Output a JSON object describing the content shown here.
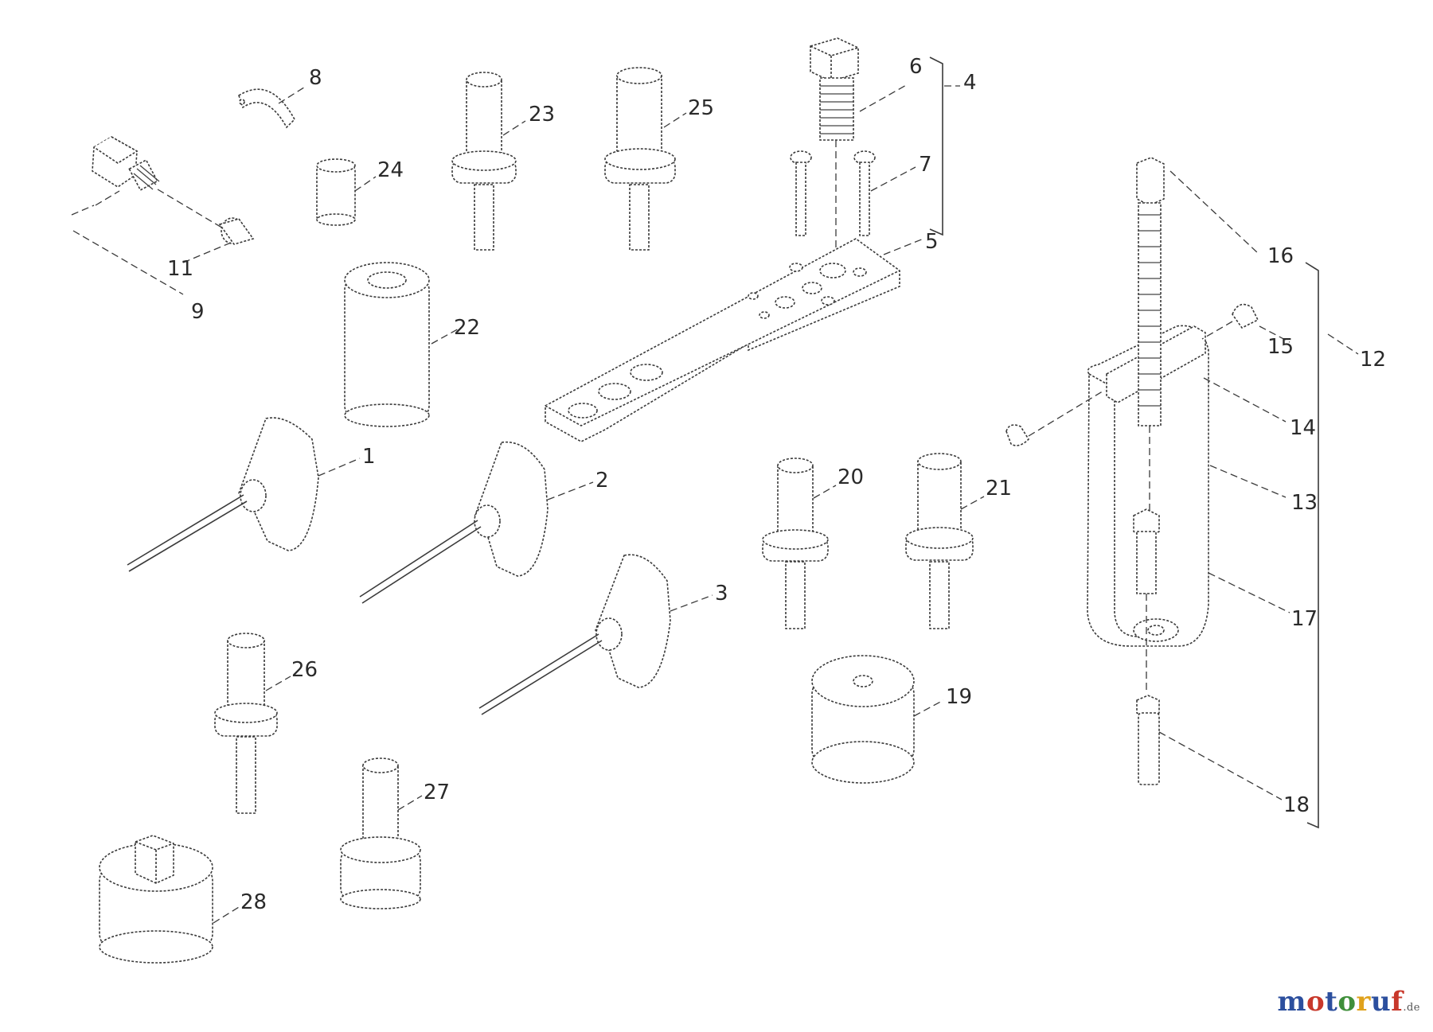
{
  "diagram": {
    "callouts": [
      "1",
      "2",
      "3",
      "4",
      "5",
      "6",
      "7",
      "8",
      "9",
      "11",
      "12",
      "13",
      "14",
      "15",
      "16",
      "17",
      "18",
      "19",
      "20",
      "21",
      "22",
      "23",
      "24",
      "25",
      "26",
      "27",
      "28"
    ]
  },
  "watermark": {
    "letters": [
      "m",
      "o",
      "t",
      "o",
      "r",
      "u",
      "f"
    ],
    "colors": [
      "#2c4f9e",
      "#c8382b",
      "#2c4f9e",
      "#3f8f3a",
      "#e0a21c",
      "#2c4f9e",
      "#c8382b"
    ],
    "tld": ".de"
  }
}
